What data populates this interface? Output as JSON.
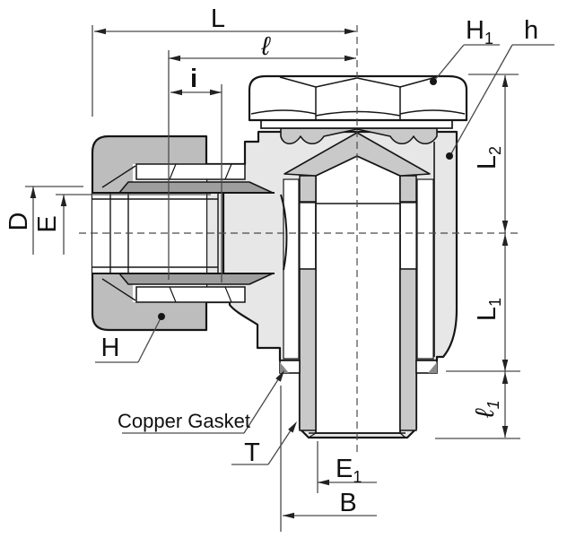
{
  "drawing": {
    "type": "tube-fitting-cross-section",
    "labels": {
      "L": "L",
      "ell": "ℓ",
      "i": "i",
      "H1": {
        "base": "H",
        "sub": "1"
      },
      "h": "h",
      "L2": {
        "base": "L",
        "sub": "2"
      },
      "L1": {
        "base": "L",
        "sub": "1"
      },
      "l1": {
        "base": "ℓ",
        "sub": "1"
      },
      "D": "D",
      "E": "E",
      "H": "H",
      "copper_gasket": "Copper Gasket",
      "T": "T",
      "E1": {
        "base": "E",
        "sub": "1"
      },
      "B": "B"
    },
    "colors": {
      "background": "#ffffff",
      "outline": "#161616",
      "body_gray": "#e7e7e7",
      "nut_gray": "#bdbdbd",
      "ferrule_gray": "#9e9e9e",
      "insert_gray": "#c9c9c9",
      "notch_gray": "#8a8a8a",
      "dim_line": "#4a4a4a"
    }
  }
}
